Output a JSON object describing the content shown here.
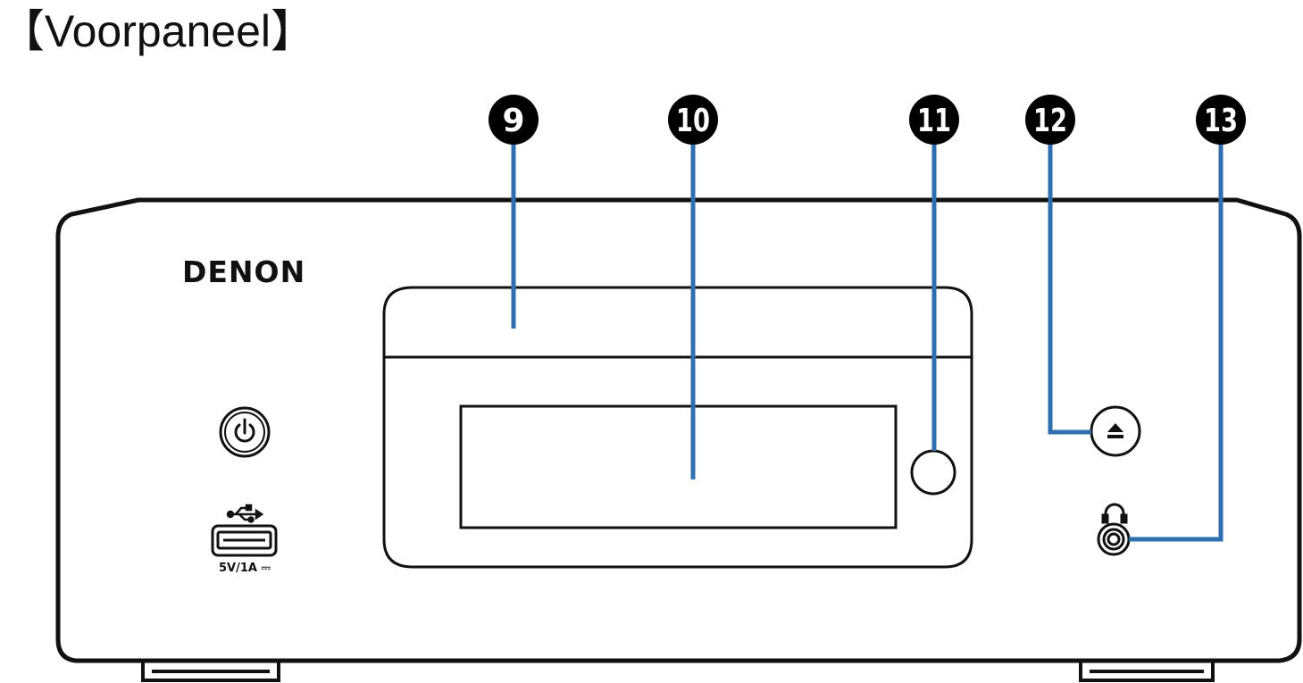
{
  "title": "【Voorpaneel】",
  "device": {
    "brand": "DENON",
    "usb_rating": "5V/1A ⎓"
  },
  "callouts": [
    {
      "id": "9",
      "label": "9"
    },
    {
      "id": "10",
      "label": "10"
    },
    {
      "id": "11",
      "label": "11"
    },
    {
      "id": "12",
      "label": "12"
    },
    {
      "id": "13",
      "label": "13"
    }
  ],
  "icons": [
    "power-icon",
    "usb-icon",
    "eject-icon",
    "headphones-icon"
  ],
  "colors": {
    "leader_line": "#2f6fb0",
    "outline": "#111111",
    "callout_fill": "#000000"
  }
}
